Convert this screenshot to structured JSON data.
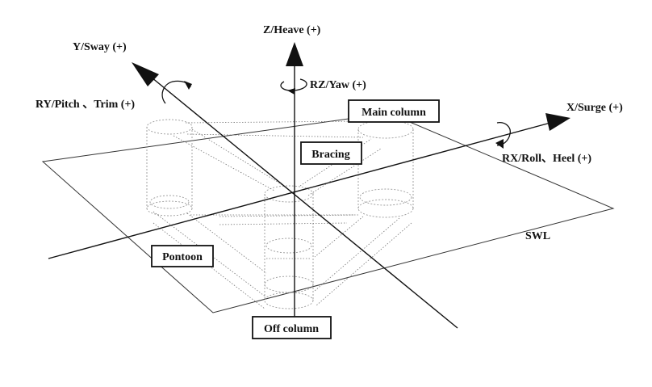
{
  "axes": {
    "z": "Z/Heave (+)",
    "y": "Y/Sway (+)",
    "x": "X/Surge (+)",
    "rz": "RZ/Yaw (+)",
    "ry": "RY/Pitch 、Trim (+)",
    "rx": "RX/Roll、Heel (+)"
  },
  "components": {
    "main_column": "Main column",
    "bracing": "Bracing",
    "pontoon": "Pontoon",
    "off_column": "Off column"
  },
  "water_line": "SWL"
}
